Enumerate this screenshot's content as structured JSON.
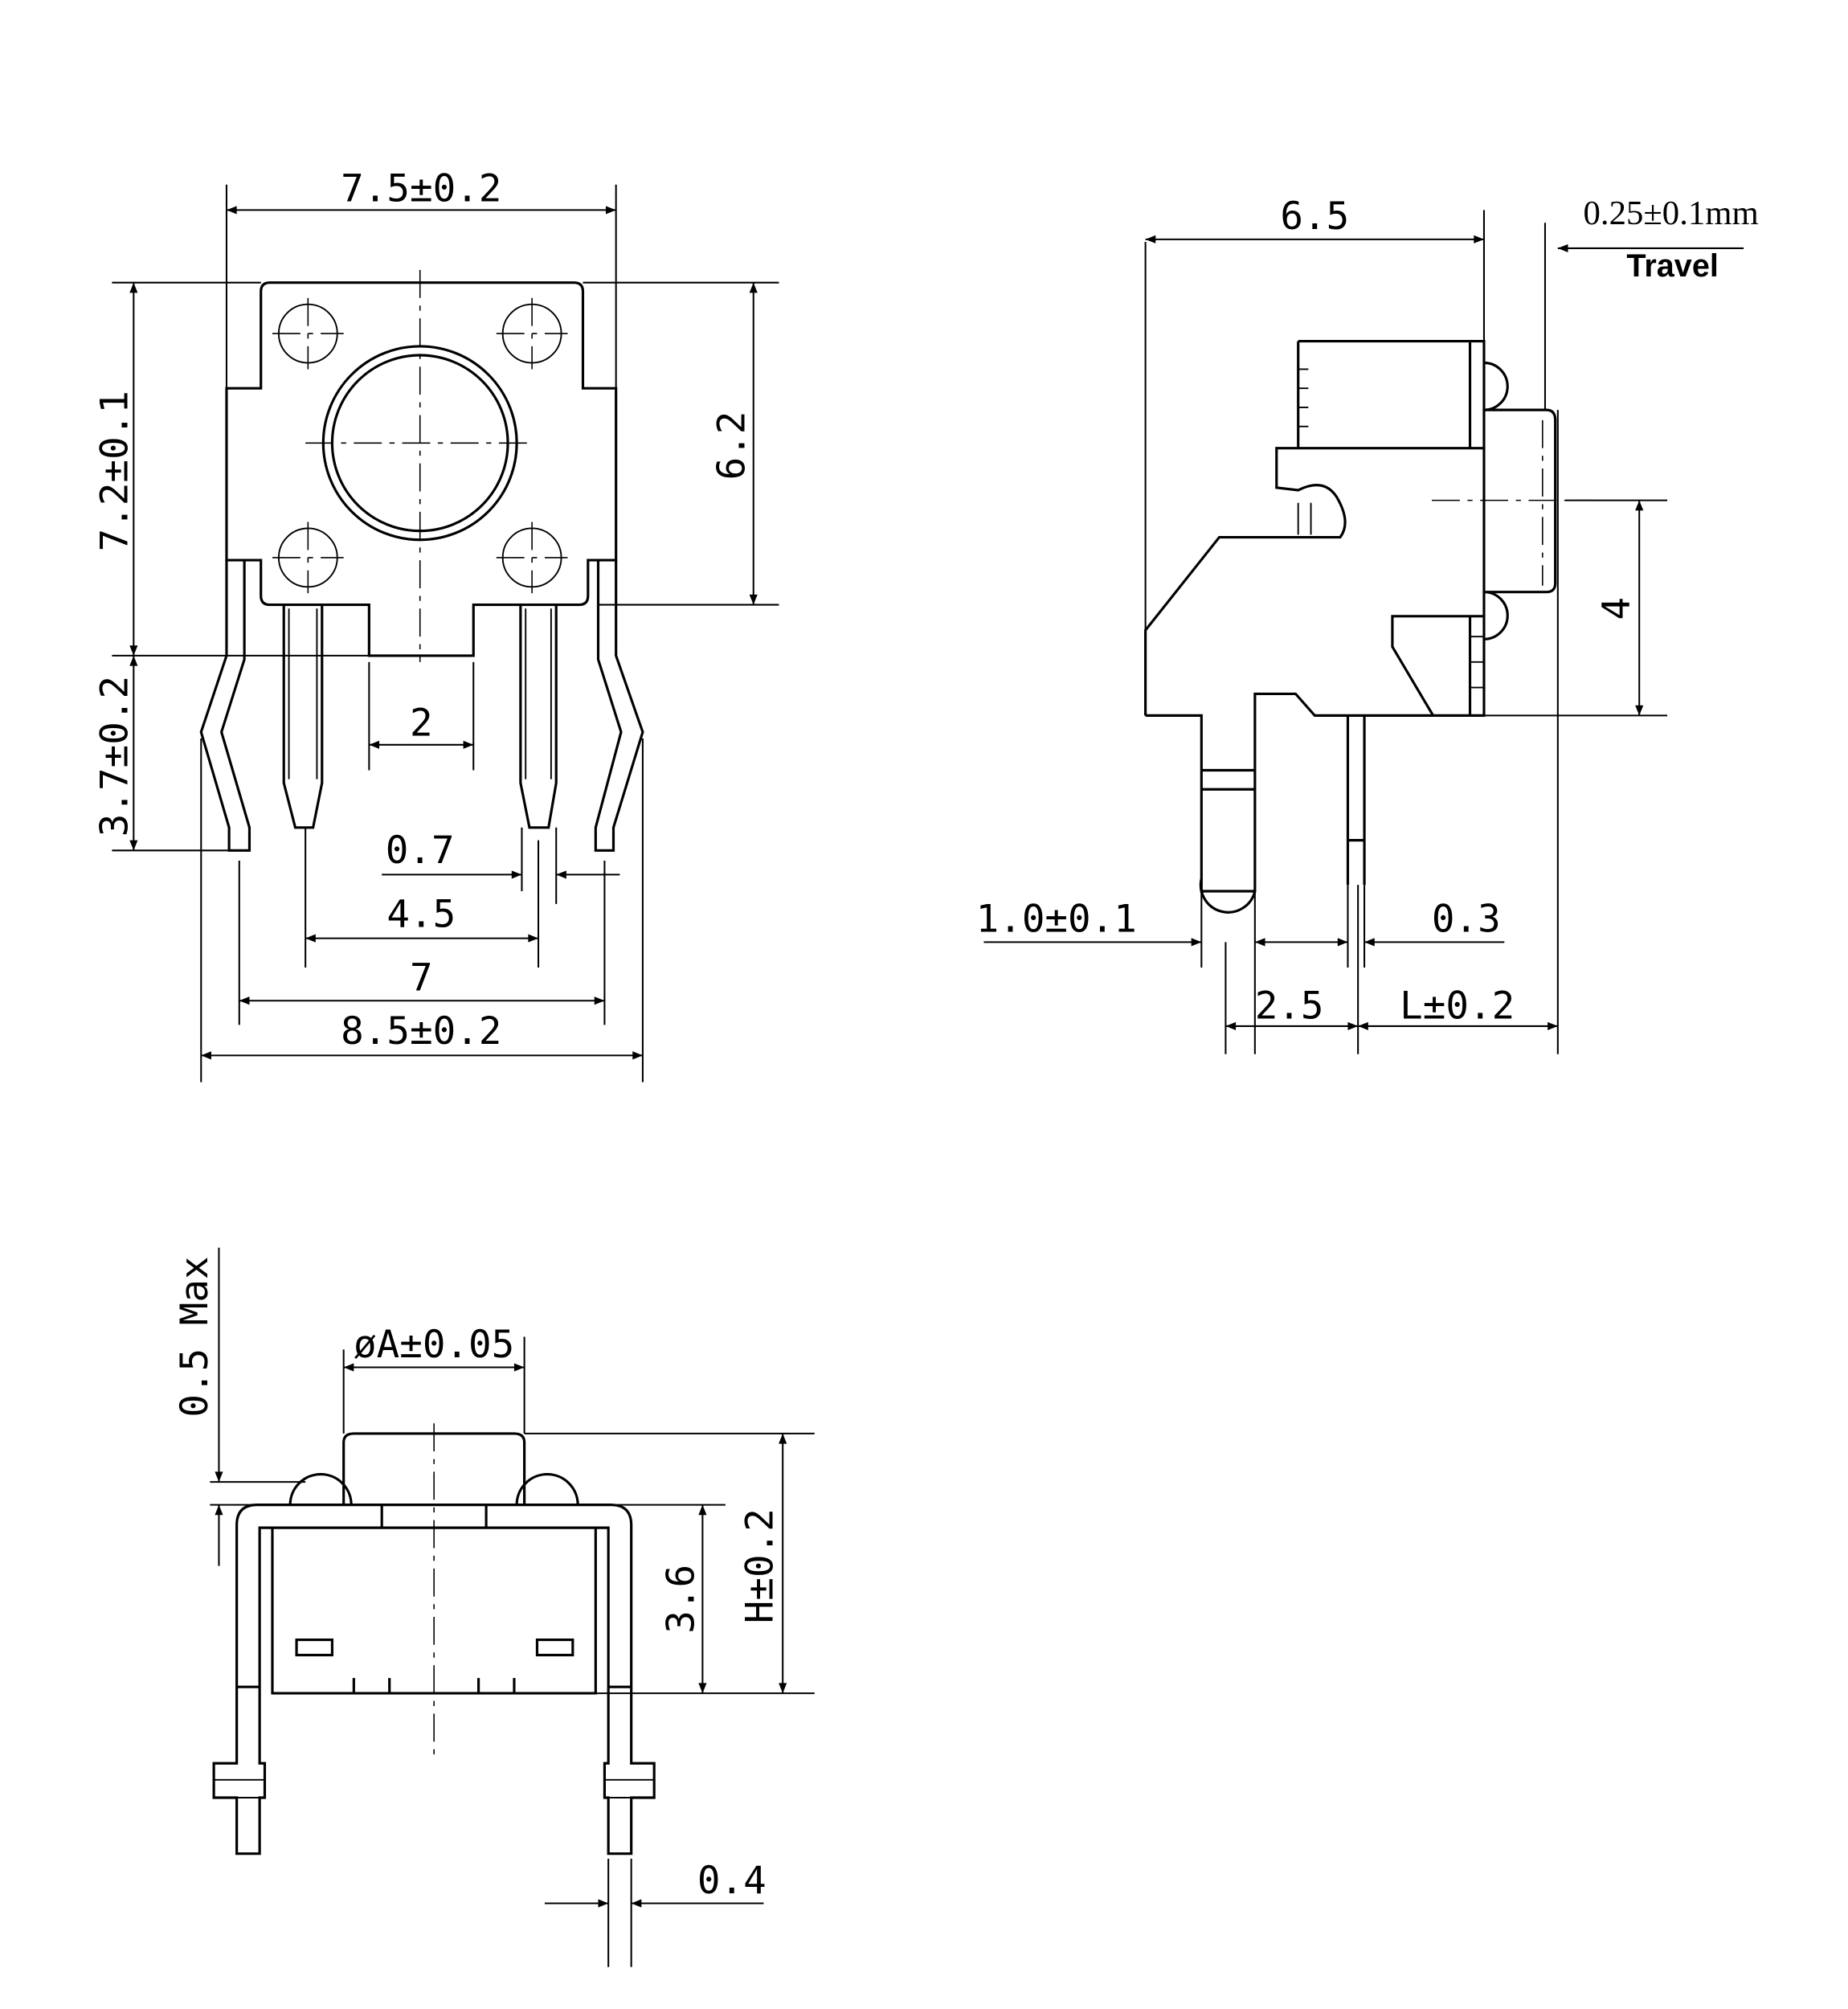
{
  "front_view": {
    "width_top": "7.5±0.2",
    "height_body": "7.2±0.1",
    "height_inner": "6.2",
    "pin_length": "3.7±0.2",
    "notch_width": "2",
    "pin_width": "0.7",
    "pin_pitch_inner": "4.5",
    "pin_pitch_outer": "7",
    "width_bottom": "8.5±0.2"
  },
  "side_view": {
    "depth": "6.5",
    "travel_value": "0.25±0.1mm",
    "travel_label": "Travel",
    "button_offset": "4",
    "pin_dia": "1.0±0.1",
    "pin_thickness": "0.3",
    "pin_spacing": "2.5",
    "length": "L±0.2"
  },
  "bottom_view": {
    "protrusion": "0.5 Max",
    "actuator_dia": "øA±0.05",
    "body_height": "3.6",
    "total_height": "H±0.2",
    "lead_width": "0.4"
  }
}
